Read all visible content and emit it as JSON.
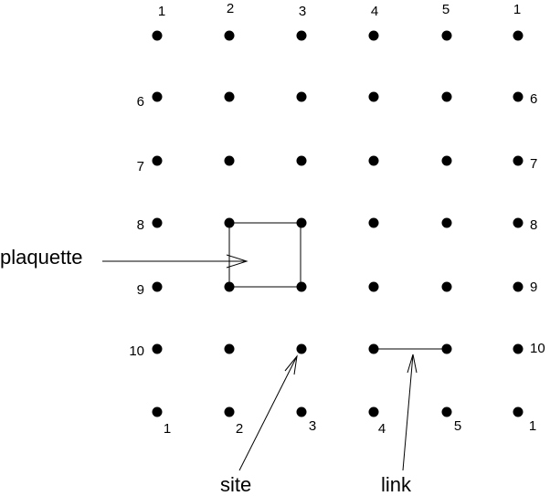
{
  "lattice": {
    "columns": 6,
    "rows": 7,
    "dot_color": "#000000",
    "line_color": "#000000",
    "top_labels": [
      "1",
      "2",
      "3",
      "4",
      "5",
      "1"
    ],
    "bottom_labels": [
      "1",
      "2",
      "3",
      "4",
      "5",
      "1"
    ],
    "left_labels": [
      "6",
      "7",
      "8",
      "9",
      "10"
    ],
    "right_labels": [
      "6",
      "7",
      "8",
      "9",
      "10"
    ]
  },
  "annotations": {
    "plaquette": "plaquette",
    "site": "site",
    "link": "link"
  }
}
